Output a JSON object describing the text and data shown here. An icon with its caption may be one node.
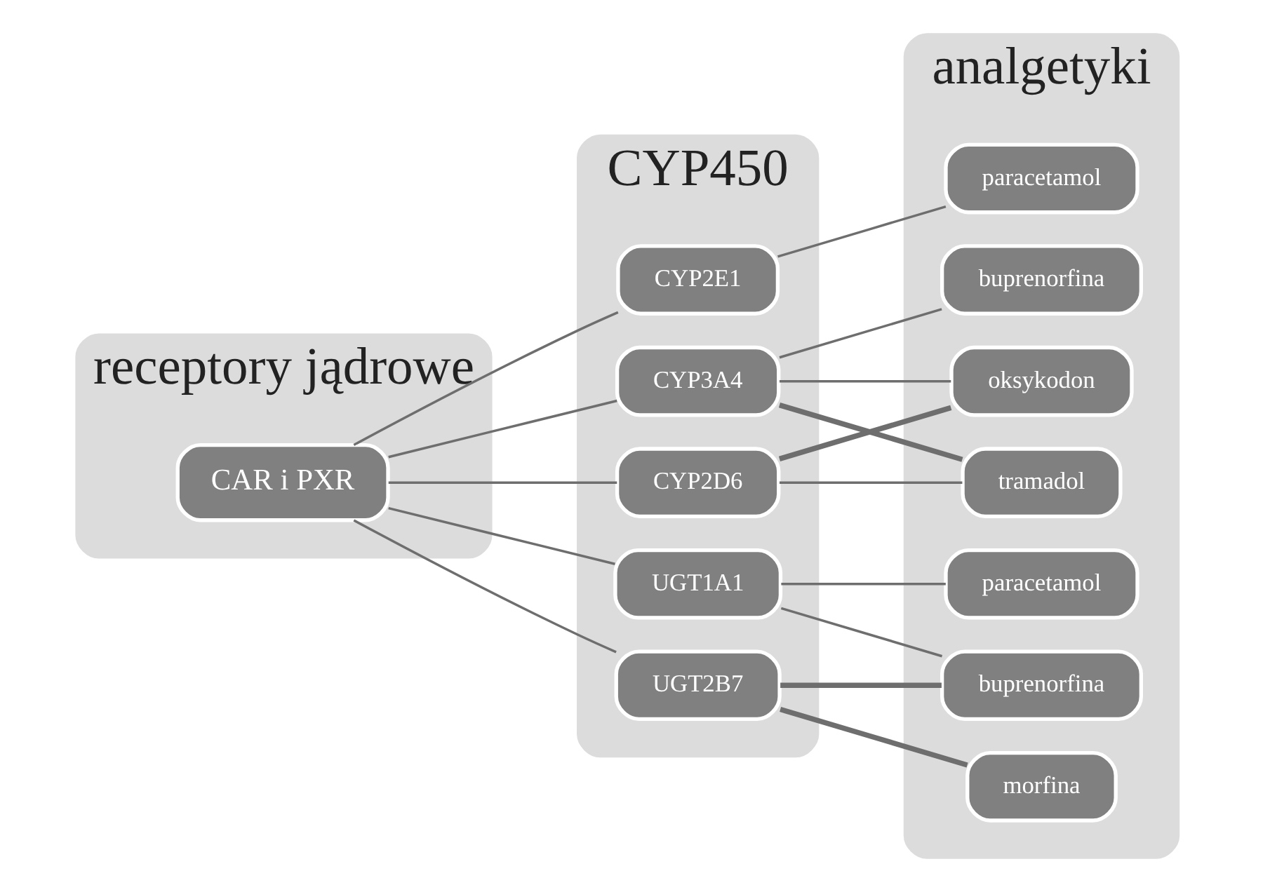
{
  "diagram": {
    "nodes": [
      {
        "text": [
          "receptory jądrowe"
        ]
      },
      {
        "text": [
          "CAR i PXR"
        ],
        "in": 0
      },
      {
        "text": [
          "CYP450"
        ]
      },
      {
        "text": [
          "CYP2E1"
        ],
        "in": 2
      },
      {
        "text": [
          "CYP3A4"
        ],
        "in": 2
      },
      {
        "text": [
          "CYP2D6"
        ],
        "in": 2
      },
      {
        "text": [
          "UGT1A1"
        ],
        "in": 2
      },
      {
        "text": [
          "UGT2B7"
        ],
        "in": 2
      },
      {
        "text": [
          "analgetyki"
        ]
      },
      {
        "text": [
          "paracetamol"
        ],
        "in": 8
      },
      {
        "text": [
          "buprenorfina"
        ],
        "in": 8
      },
      {
        "text": [
          "oksykodon"
        ],
        "in": 8
      },
      {
        "text": [
          "tramadol"
        ],
        "in": 8
      },
      {
        "text": [
          "paracetamol"
        ],
        "in": 8
      },
      {
        "text": [
          "buprenorfina"
        ],
        "in": 8
      },
      {
        "text": [
          "morfina"
        ],
        "in": 8
      }
    ],
    "edges": [
      {
        "from": 1,
        "to": 3,
        "arrow": "none"
      },
      {
        "from": 1,
        "to": 4,
        "arrow": "none"
      },
      {
        "from": 1,
        "to": 5,
        "arrow": "none"
      },
      {
        "from": 1,
        "to": 6,
        "arrow": "none"
      },
      {
        "from": 1,
        "to": 7,
        "arrow": "none"
      },
      {
        "from": 3,
        "to": 9,
        "arrow": "none"
      },
      {
        "from": 4,
        "to": 10,
        "arrow": "none"
      },
      {
        "from": 4,
        "to": 11,
        "arrow": "none"
      },
      {
        "from": 4,
        "to": 12,
        "arrow": "none",
        "style": "thick"
      },
      {
        "from": 5,
        "to": 11,
        "arrow": "none",
        "style": "thick"
      },
      {
        "from": 5,
        "to": 12,
        "arrow": "none"
      },
      {
        "from": 6,
        "to": 13,
        "arrow": "none"
      },
      {
        "from": 6,
        "to": 14,
        "arrow": "none"
      },
      {
        "from": 7,
        "to": 14,
        "arrow": "none",
        "style": "thick"
      },
      {
        "from": 7,
        "to": 15,
        "arrow": "none",
        "style": "thick"
      }
    ]
  }
}
